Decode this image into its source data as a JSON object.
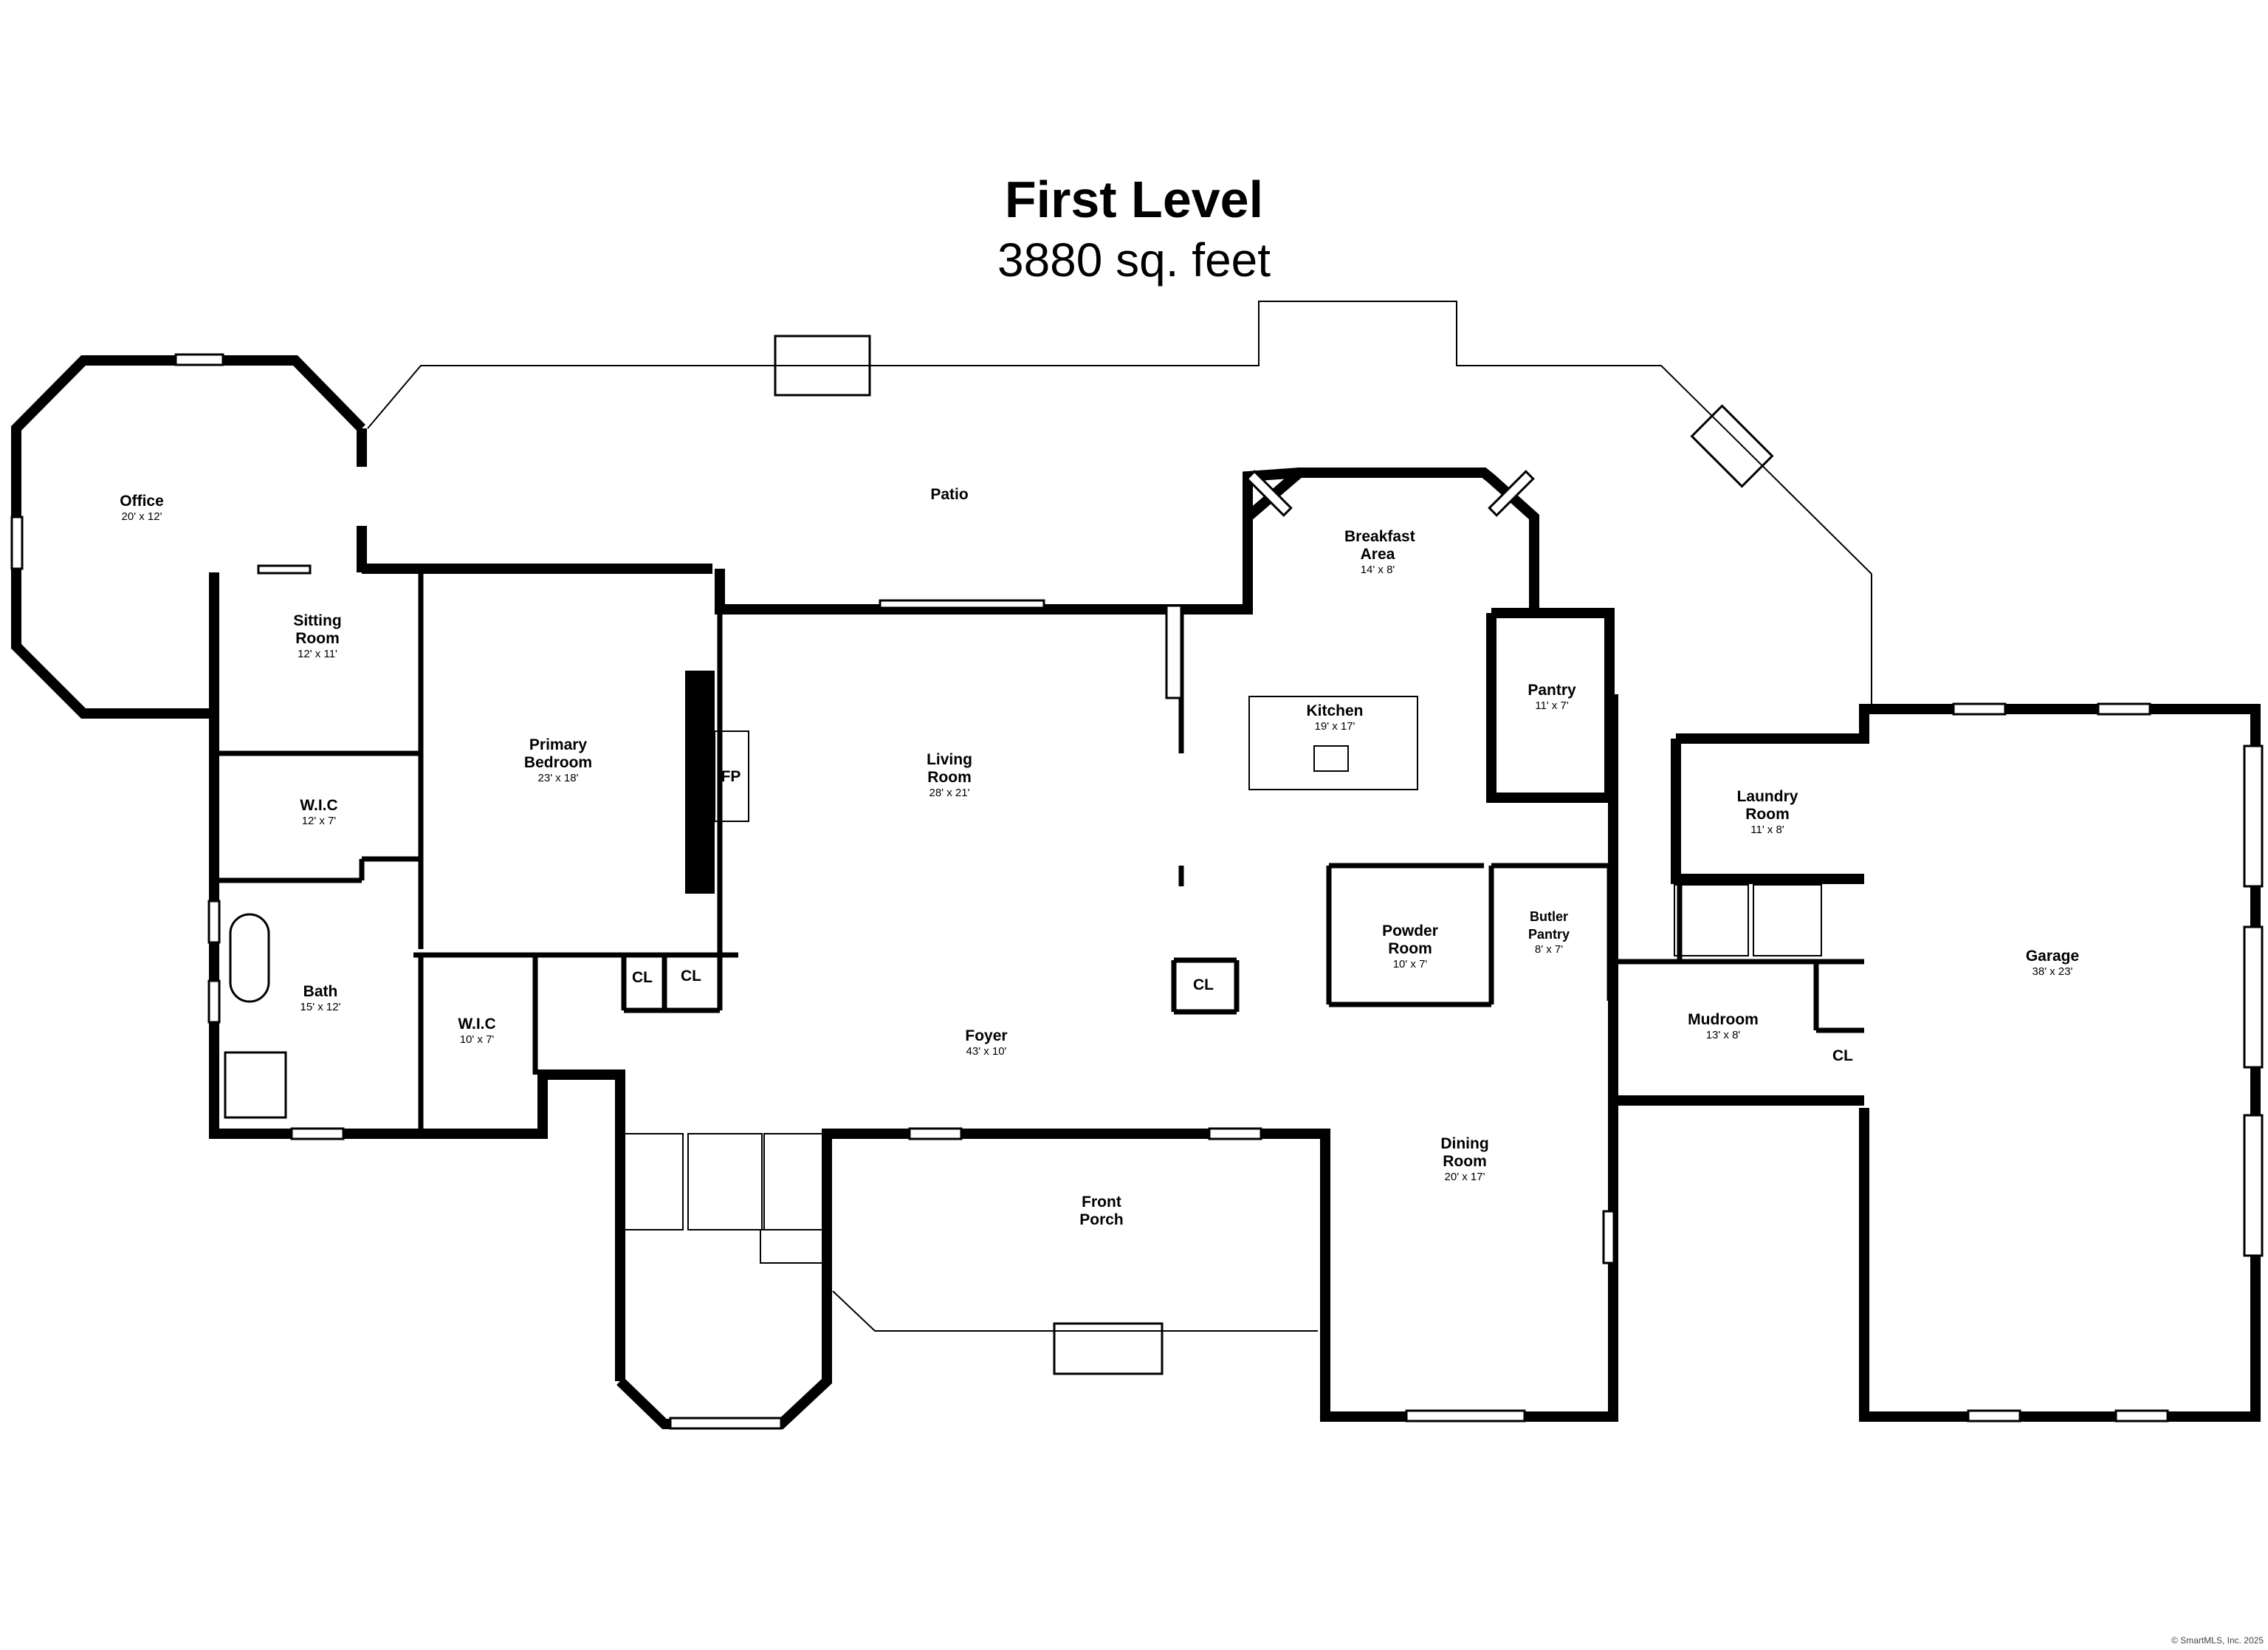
{
  "title": "First Level",
  "subtitle": "3880 sq. feet",
  "rooms": [
    {
      "name": "Office",
      "dims": "20' x 12'"
    },
    {
      "name": "Patio",
      "dims": ""
    },
    {
      "name": "Breakfast Area",
      "dims": "14' x 8'"
    },
    {
      "name": "Sitting Room",
      "dims": "12' x 11'"
    },
    {
      "name": "Primary Bedroom",
      "dims": "23' x 18'"
    },
    {
      "name": "Living Room",
      "dims": "28' x 21'"
    },
    {
      "name": "Kitchen",
      "dims": "19' x 17'"
    },
    {
      "name": "Pantry",
      "dims": "11' x 7'"
    },
    {
      "name": "W.I.C",
      "dims": "12' x 7'"
    },
    {
      "name": "FP",
      "dims": ""
    },
    {
      "name": "Laundry Room",
      "dims": "11' x 8'"
    },
    {
      "name": "Powder Room",
      "dims": "10' x 7'"
    },
    {
      "name": "Butler Pantry",
      "dims": "8' x 7'"
    },
    {
      "name": "Bath",
      "dims": "15' x 12'"
    },
    {
      "name": "W.I.C",
      "dims": "10' x 7'"
    },
    {
      "name": "CL",
      "dims": ""
    },
    {
      "name": "CL",
      "dims": ""
    },
    {
      "name": "CL",
      "dims": ""
    },
    {
      "name": "Foyer",
      "dims": "43' x 10'"
    },
    {
      "name": "Mudroom",
      "dims": "13' x 8'"
    },
    {
      "name": "CL",
      "dims": ""
    },
    {
      "name": "Garage",
      "dims": "38' x 23'"
    },
    {
      "name": "Dining Room",
      "dims": "20' x 17'"
    },
    {
      "name": "Front Porch",
      "dims": ""
    }
  ],
  "copyright": "© SmartMLS, Inc. 2025"
}
